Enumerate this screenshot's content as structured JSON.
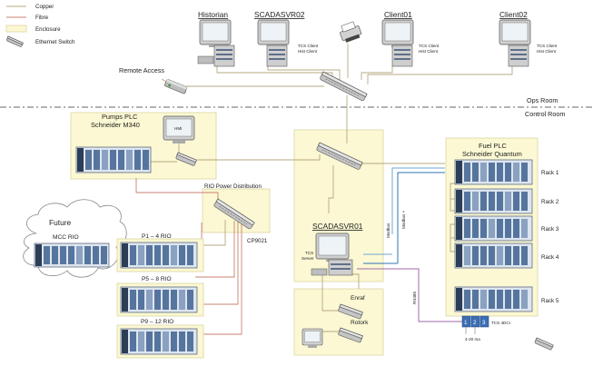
{
  "legend": {
    "copper": "Copper",
    "fibre": "Fibre",
    "enclosure": "Enclosure",
    "switch": "Ethernet Switch"
  },
  "rooms": {
    "ops": "Ops Room",
    "control": "Control Room"
  },
  "ops_nodes": {
    "historian": "Historian",
    "scadasvr02": "SCADASVR02",
    "client01": "Client01",
    "client02": "Client02",
    "tcs_client": "TCS Client",
    "hist_client": "Hist Client",
    "remote_access": "Remote Access"
  },
  "pumps_plc": {
    "title": "Pumps PLC",
    "subtitle": "Schneider M340",
    "hmi": "HMI"
  },
  "rio": {
    "power_distribution": "RIO Power Distribution",
    "switch_label": "CP9021",
    "future": "Future",
    "mcc": "MCC RIO",
    "p1_4": "P1 – 4 RIO",
    "p5_8": "P5 – 8 RIO",
    "p9_12": "P9 – 12 RIO"
  },
  "server": {
    "name": "SCADASVR01",
    "role1": "TCS",
    "role2": "Server",
    "enraf": "Enraf",
    "rotork": "Rotork"
  },
  "fuel_plc": {
    "title": "Fuel PLC",
    "subtitle": "Schneider Quantum",
    "racks": [
      "Rack 1",
      "Rack 2",
      "Rack 3",
      "Rack 4",
      "Rack 5"
    ]
  },
  "links": {
    "modbus": "Modbus",
    "modbus_plus": "Modbus +",
    "rs485": "RS485"
  },
  "io": {
    "channels": [
      "1",
      "2",
      "3"
    ],
    "module": "TCS 4DCI",
    "signal": "4-20 ma"
  }
}
